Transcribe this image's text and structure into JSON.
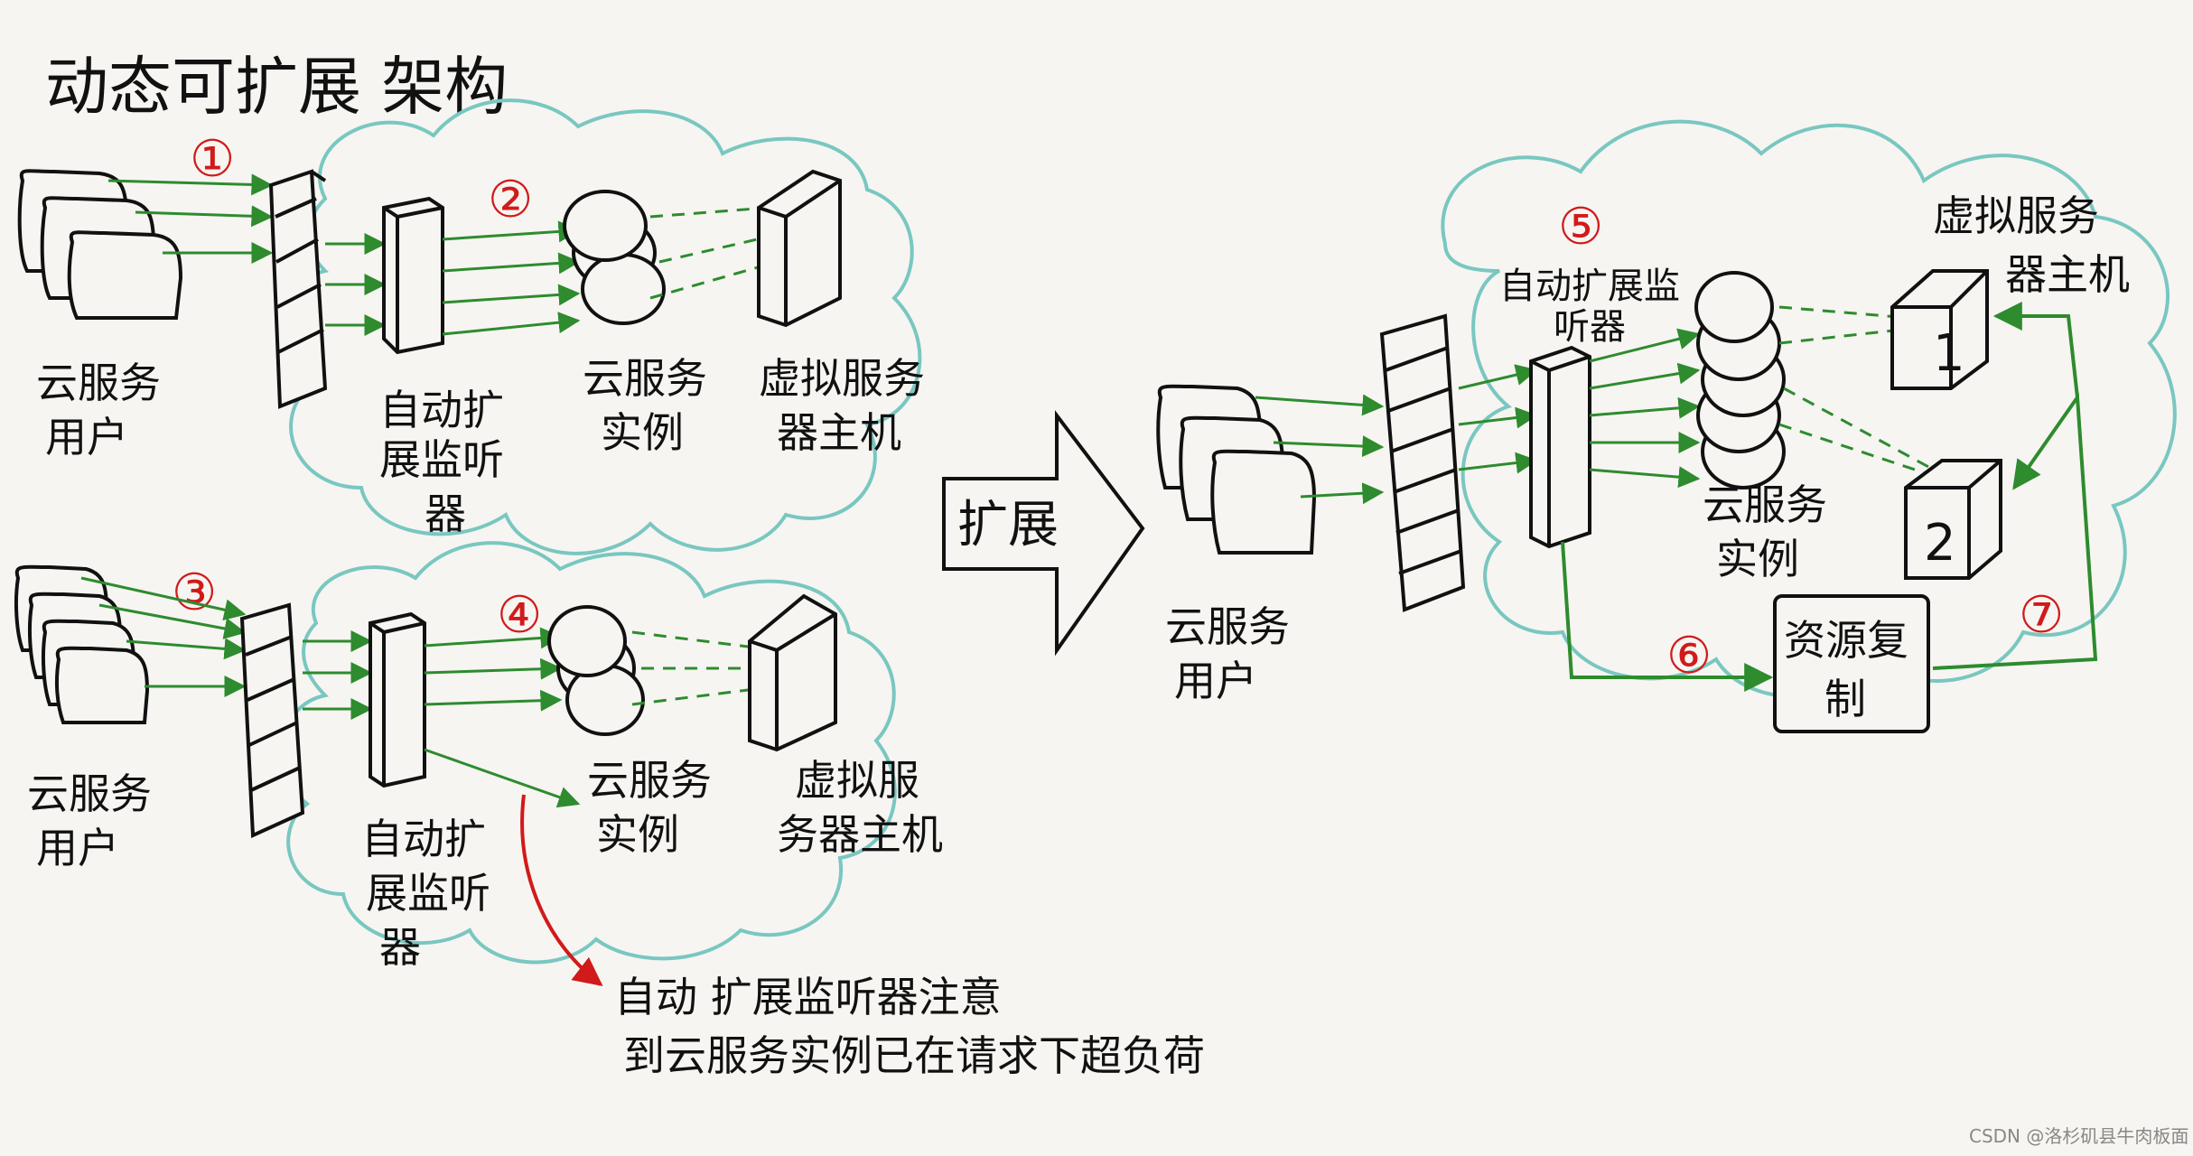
{
  "title": "动态可扩展 架构",
  "expand_label": "扩展",
  "markers": [
    "①",
    "②",
    "③",
    "④",
    "⑤",
    "⑥",
    "⑦"
  ],
  "panel1": {
    "users": [
      "云服务",
      "用户"
    ],
    "listener": [
      "自动扩",
      "展监听",
      "器"
    ],
    "instances": [
      "云服务",
      "实例"
    ],
    "host": [
      "虚拟服务",
      "器主机"
    ]
  },
  "panel2": {
    "users": [
      "云服务",
      "用户"
    ],
    "listener": [
      "自动扩",
      "展监听",
      "器"
    ],
    "instances": [
      "云服务",
      "实例"
    ],
    "host": [
      "虚拟服",
      "务器主机"
    ],
    "note": [
      "自动 扩展监听器注意",
      "到云服务实例已在请求下超负荷"
    ]
  },
  "panel3": {
    "users": [
      "云服务",
      "用户"
    ],
    "listener": [
      "自动扩展监",
      "听器"
    ],
    "instances": [
      "云服务",
      "实例"
    ],
    "host": [
      "虚拟服务",
      "器主机"
    ],
    "host1": "1",
    "host2": "2",
    "replication": [
      "资源复",
      "制"
    ]
  },
  "watermark": "CSDN @洛杉矶县牛肉板面"
}
